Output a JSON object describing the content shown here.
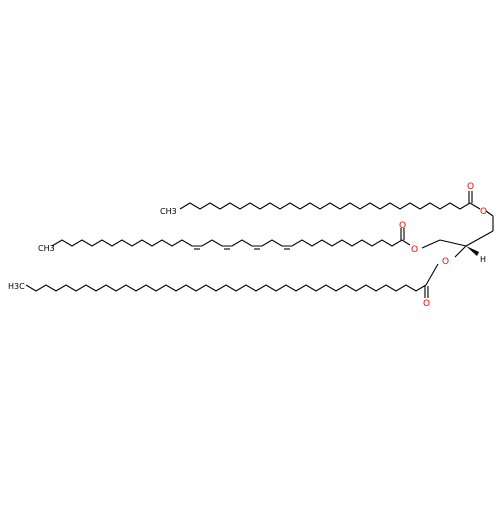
{
  "molecule": {
    "atom_labels": {
      "methyl_chain_1": "CH3",
      "methyl_chain_2": "CH3",
      "methyl_chain_3": "H3C",
      "ester_oxygen_1": "O",
      "carbonyl_oxygen_1": "O",
      "ester_oxygen_2": "O",
      "carbonyl_oxygen_2": "O",
      "ester_oxygen_3": "O",
      "carbonyl_oxygen_3": "O",
      "stereo_hydrogen": "H"
    },
    "colors": {
      "bond": "#000000",
      "oxygen": "#ff0000",
      "background": "#ffffff"
    }
  }
}
